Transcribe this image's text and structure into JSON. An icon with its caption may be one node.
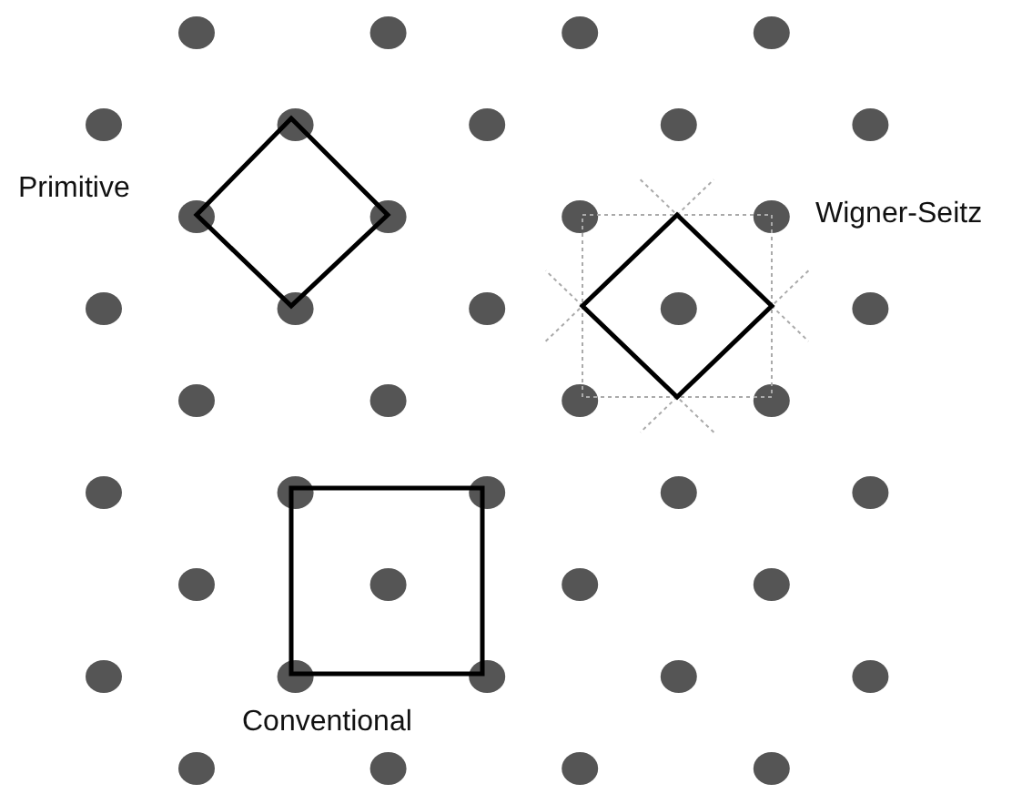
{
  "diagram": {
    "labels": [
      "Primitive",
      "Wigner-Seitz",
      "Conventional"
    ]
  }
}
